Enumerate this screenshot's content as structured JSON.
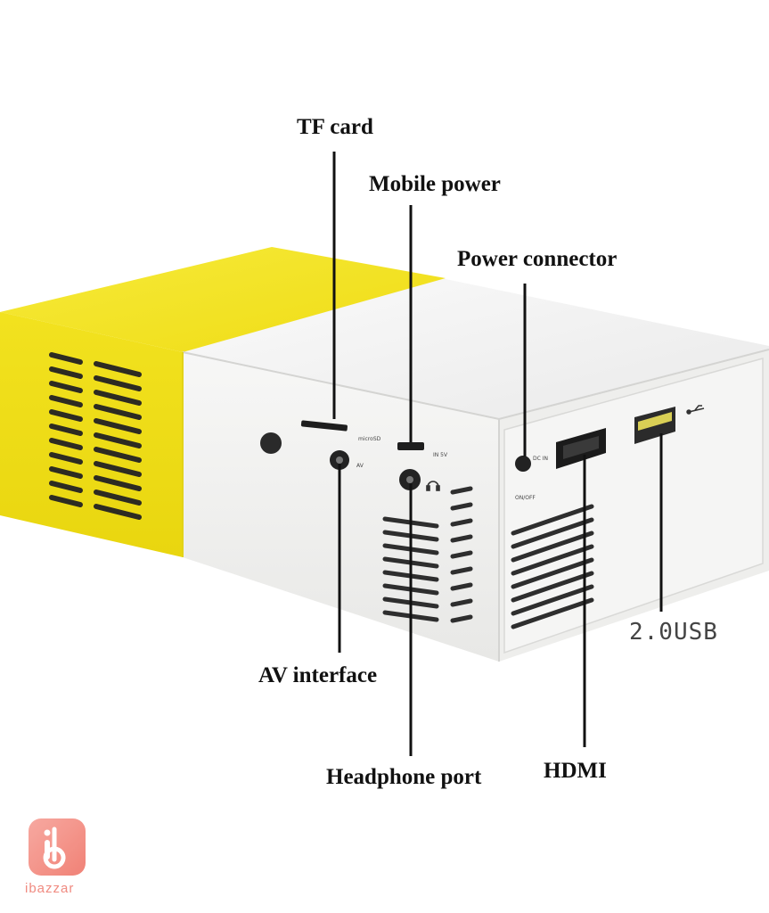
{
  "labels": {
    "tf_card": "TF card",
    "mobile_power": "Mobile power",
    "power_connector": "Power connector",
    "av_interface": "AV interface",
    "headphone_port": "Headphone port",
    "hdmi": "HDMI",
    "usb": "2.0USB"
  },
  "panel_print": {
    "microsd": "microSD",
    "in5v": "IN 5V",
    "av": "AV",
    "dcin": "DC IN",
    "onoff": "ON/OFF"
  },
  "brand": {
    "logo_text": "ibazzar",
    "logo_letter": "b"
  },
  "colors": {
    "yellow": "#f3e41e",
    "white_body": "#f3f3f1",
    "logo": "#ef7c70"
  }
}
